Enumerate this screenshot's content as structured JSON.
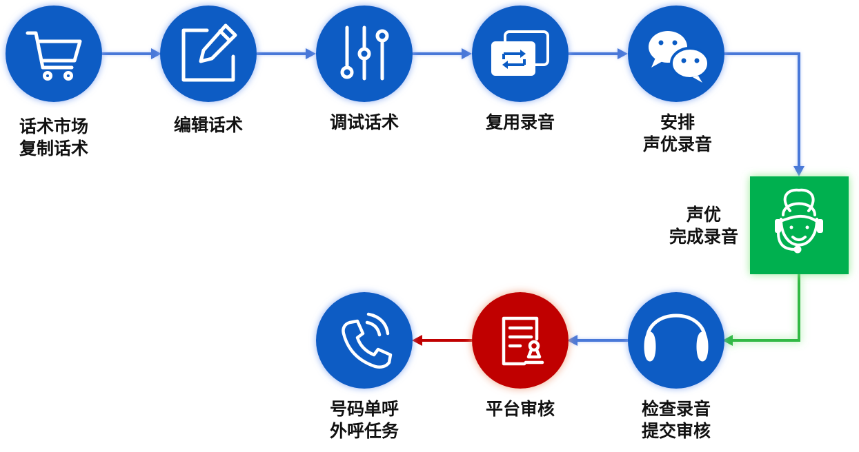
{
  "colors": {
    "blue_node": "#0a5bc4",
    "blue_arrow": "#4a78d8",
    "green_node": "#00b050",
    "green_arrow": "#31b945",
    "red_node": "#c00000",
    "red_arrow": "#c00000",
    "icon": "#ffffff",
    "text": "#111111"
  },
  "steps": [
    {
      "id": "market",
      "icon": "cart-icon",
      "lines": [
        "话术市场",
        "复制话术"
      ]
    },
    {
      "id": "edit",
      "icon": "edit-icon",
      "lines": [
        "编辑话术"
      ]
    },
    {
      "id": "debug",
      "icon": "sliders-icon",
      "lines": [
        "调试话术"
      ]
    },
    {
      "id": "reuse",
      "icon": "reuse-recording-icon",
      "lines": [
        "复用录音"
      ]
    },
    {
      "id": "arrange",
      "icon": "wechat-icon",
      "lines": [
        "安排",
        "声优录音"
      ]
    },
    {
      "id": "voice-done",
      "icon": "voice-actor-headset-icon",
      "lines": [
        "声优",
        "完成录音"
      ]
    },
    {
      "id": "check",
      "icon": "headphones-icon",
      "lines": [
        "检查录音",
        "提交审核"
      ]
    },
    {
      "id": "review",
      "icon": "document-stamp-icon",
      "lines": [
        "平台审核"
      ]
    },
    {
      "id": "call",
      "icon": "phone-icon",
      "lines": [
        "号码单呼",
        "外呼任务"
      ]
    }
  ]
}
